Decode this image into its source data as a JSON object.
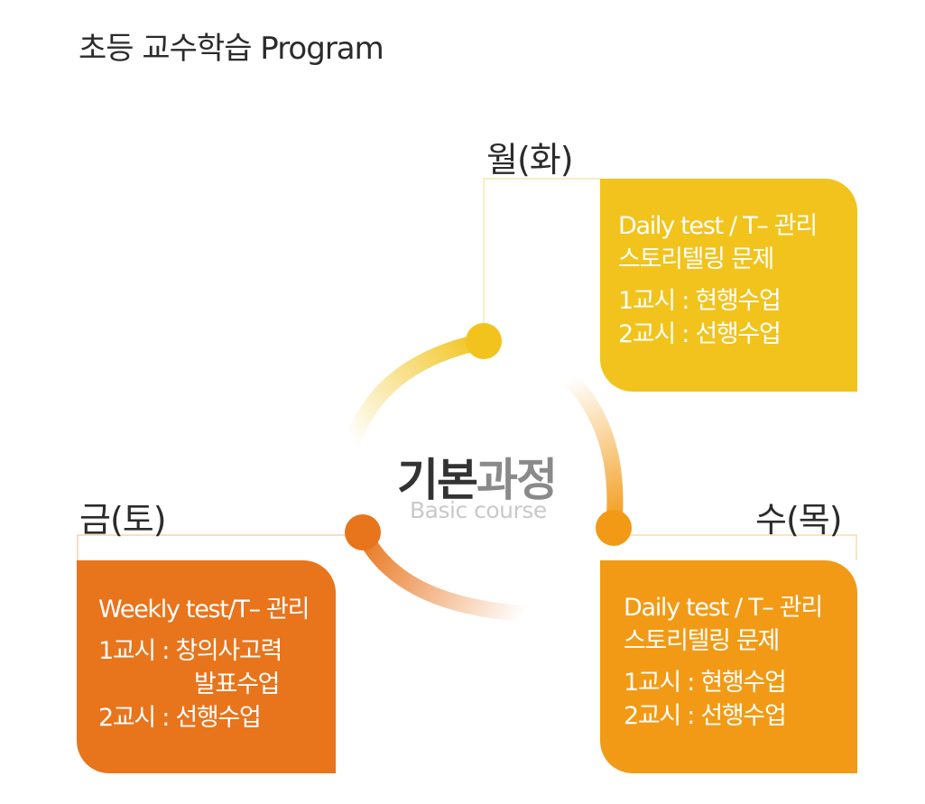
{
  "page_title": "초등 교수학습 Program",
  "center": {
    "title_part1": "기본",
    "title_part2": "과정",
    "subtitle": "Basic course"
  },
  "days": {
    "mon": {
      "label": "월(화)",
      "line1": "Daily test / T– 관리",
      "line2": "스토리텔링  문제",
      "line3": "1교시 : 현행수업",
      "line4": "2교시 : 선행수업",
      "color": "#f1c31c"
    },
    "wed": {
      "label": "수(목)",
      "line1": "Daily test / T– 관리",
      "line2": "스토리텔링 문제",
      "line3": "1교시 : 현행수업",
      "line4": "2교시 : 선행수업",
      "color": "#f29a15"
    },
    "fri": {
      "label": "금(토)",
      "line1": "Weekly test/T– 관리",
      "line2": "1교시 : 창의사고력",
      "line3": "발표수업",
      "line4": "2교시 : 선행수업",
      "color": "#e8741c"
    }
  }
}
